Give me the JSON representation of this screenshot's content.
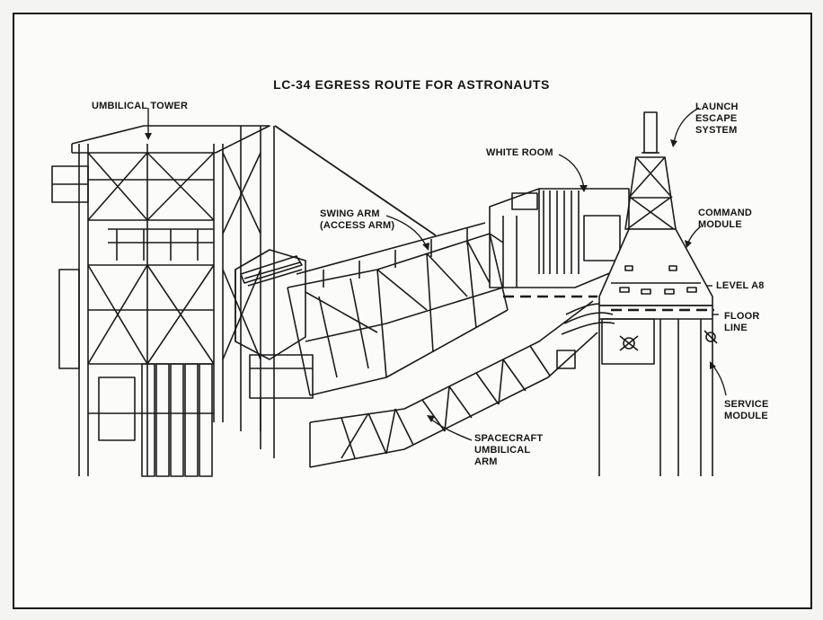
{
  "diagram": {
    "title": "LC-34 EGRESS ROUTE FOR ASTRONAUTS",
    "labels": {
      "umbilical_tower": "UMBILICAL TOWER",
      "launch_escape_system": [
        "LAUNCH",
        "ESCAPE",
        "SYSTEM"
      ],
      "white_room": "WHITE ROOM",
      "swing_arm": [
        "SWING ARM",
        "(ACCESS ARM)"
      ],
      "command_module": [
        "COMMAND",
        "MODULE"
      ],
      "level_a8": "LEVEL A8",
      "floor_line": [
        "FLOOR",
        "LINE"
      ],
      "service_module": [
        "SERVICE",
        "MODULE"
      ],
      "spacecraft_umbilical_arm": [
        "SPACECRAFT",
        "UMBILICAL",
        "ARM"
      ]
    }
  },
  "colors": {
    "ink": "#151515",
    "paper": "#fbfbfa"
  }
}
